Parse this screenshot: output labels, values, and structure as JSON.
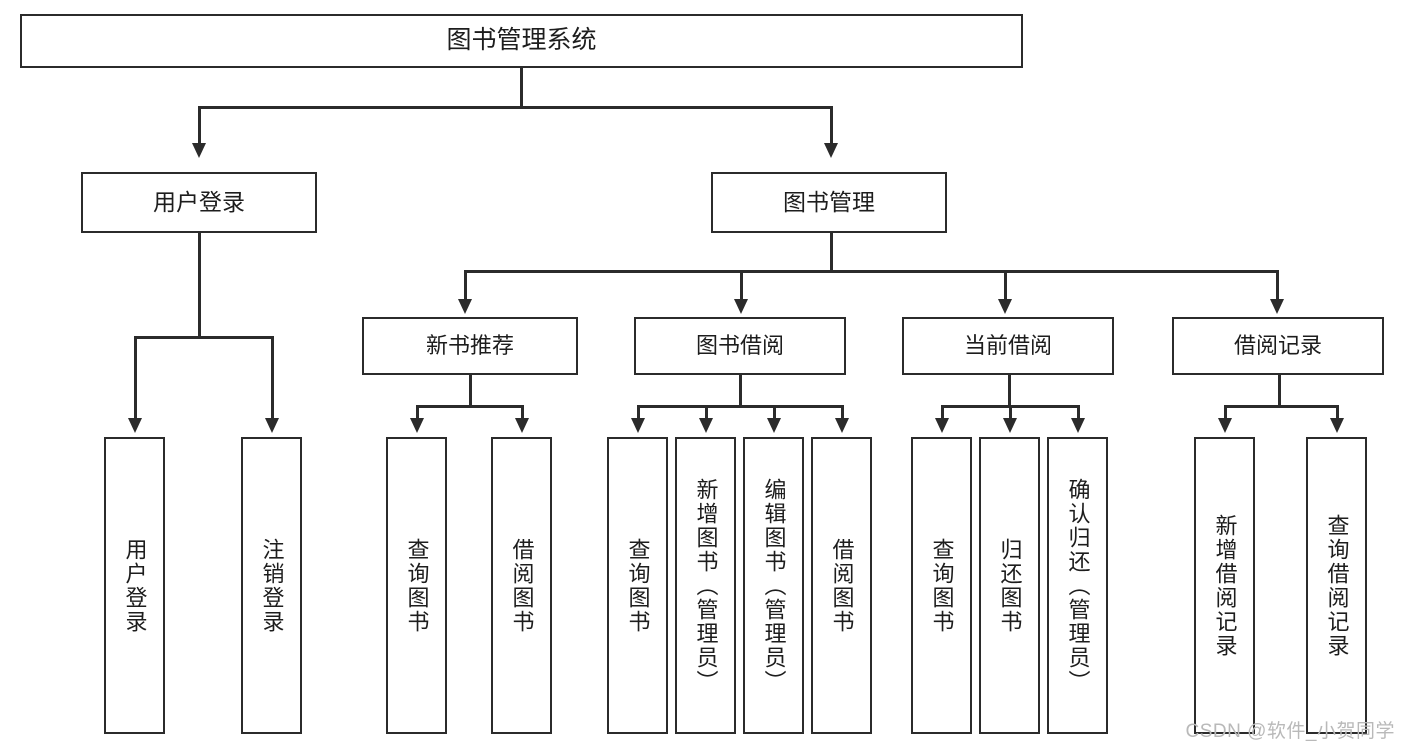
{
  "diagram": {
    "title": "图书管理系统",
    "type": "hierarchy-tree",
    "watermark": "CSDN @软件_小贺同学",
    "colors": {
      "stroke": "#2b2b2b",
      "fill": "#ffffff",
      "text": "#1d1d1d",
      "watermark": "#b9b9b9"
    },
    "nodes": {
      "root": {
        "label": "图书管理系统"
      },
      "level2": [
        {
          "label": "用户登录"
        },
        {
          "label": "图书管理"
        }
      ],
      "level3": [
        {
          "label": "新书推荐"
        },
        {
          "label": "图书借阅"
        },
        {
          "label": "当前借阅"
        },
        {
          "label": "借阅记录"
        }
      ],
      "leaves": {
        "user_login": [
          {
            "label": "用户登录"
          },
          {
            "label": "注销登录"
          }
        ],
        "new_book": [
          {
            "label": "查询图书"
          },
          {
            "label": "借阅图书"
          }
        ],
        "book_borrow": [
          {
            "label": "查询图书"
          },
          {
            "label": "新增图书（管理员）"
          },
          {
            "label": "编辑图书（管理员）"
          },
          {
            "label": "借阅图书"
          }
        ],
        "current_borrow": [
          {
            "label": "查询图书"
          },
          {
            "label": "归还图书"
          },
          {
            "label": "确认归还（管理员）"
          }
        ],
        "borrow_record": [
          {
            "label": "新增借阅记录"
          },
          {
            "label": "查询借阅记录"
          }
        ]
      }
    }
  }
}
